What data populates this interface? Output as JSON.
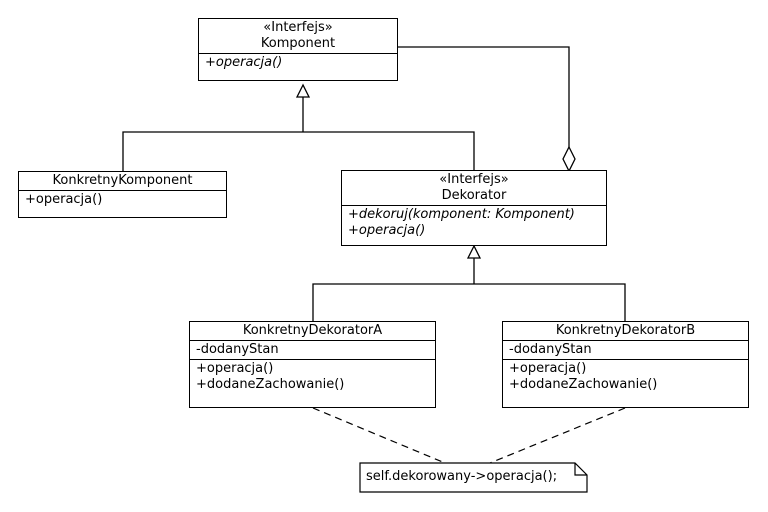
{
  "classes": {
    "komponent": {
      "stereotype": "«Interfejs»",
      "name": "Komponent",
      "operations": [
        "+operacja()"
      ]
    },
    "konkretny_komponent": {
      "name": "KonkretnyKomponent",
      "operations": [
        "+operacja()"
      ]
    },
    "dekorator": {
      "stereotype": "«Interfejs»",
      "name": "Dekorator",
      "operations": [
        "+dekoruj(komponent: Komponent)",
        "+operacja()"
      ]
    },
    "dekorator_a": {
      "name": "KonkretnyDekoratorA",
      "attributes": [
        "-dodanyStan"
      ],
      "operations": [
        "+operacja()",
        "+dodaneZachowanie()"
      ]
    },
    "dekorator_b": {
      "name": "KonkretnyDekoratorB",
      "attributes": [
        "-dodanyStan"
      ],
      "operations": [
        "+operacja()",
        "+dodaneZachowanie()"
      ]
    }
  },
  "note": {
    "text": "self.dekorowany->operacja();"
  }
}
